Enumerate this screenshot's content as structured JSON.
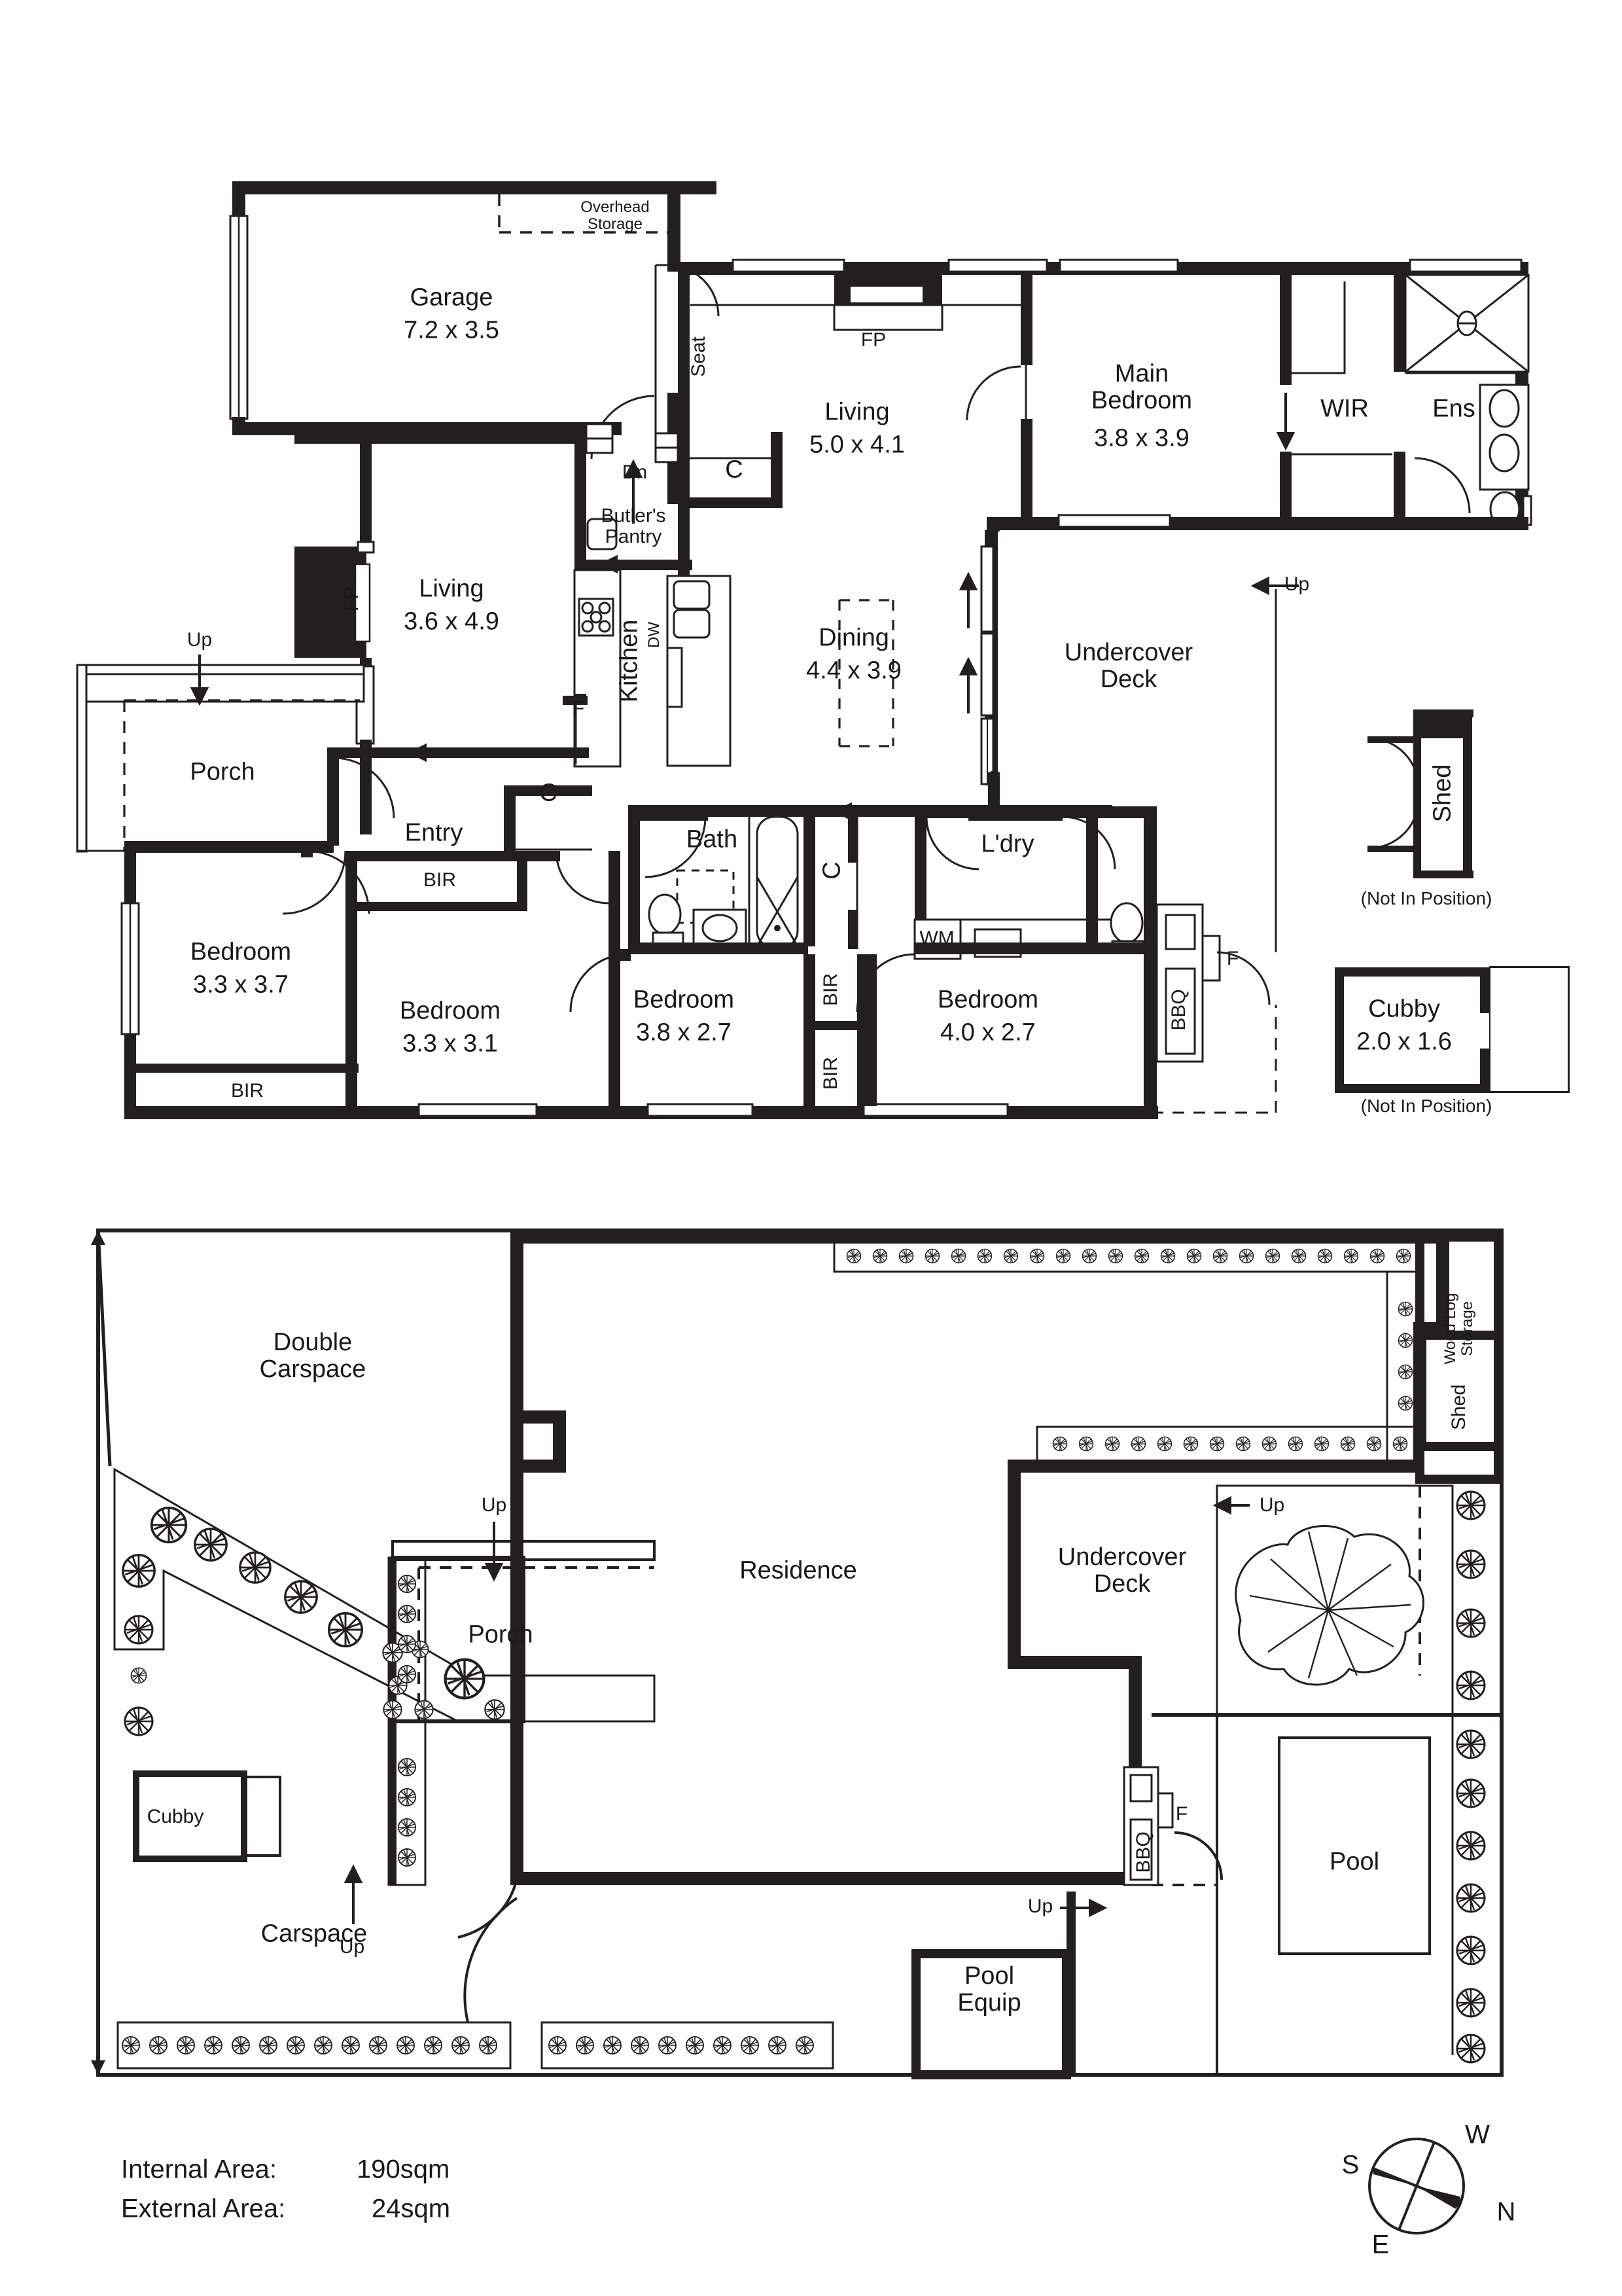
{
  "document": {
    "type": "architectural-floor-plan",
    "sheets": [
      "floor-plan",
      "site-plan"
    ]
  },
  "floor_plan": {
    "rooms": [
      {
        "name": "Garage",
        "dims": "7.2 x 3.5"
      },
      {
        "name": "Living",
        "dims": "5.0 x 4.1"
      },
      {
        "name": "Living",
        "dims": "3.6 x 4.9"
      },
      {
        "name": "Dining",
        "dims": "4.4 x 3.9"
      },
      {
        "name": "Main\nBedroom",
        "dims": "3.8 x 3.9"
      },
      {
        "name": "Bedroom",
        "dims": "3.3 x 3.7"
      },
      {
        "name": "Bedroom",
        "dims": "3.3 x 3.1"
      },
      {
        "name": "Bedroom",
        "dims": "3.8 x 2.7"
      },
      {
        "name": "Bedroom",
        "dims": "4.0 x 2.7"
      },
      {
        "name": "Cubby",
        "dims": "2.0 x 1.6"
      }
    ],
    "labels": {
      "overhead_storage": "Overhead\nStorage",
      "garage": "Garage",
      "garage_dims": "7.2 x 3.5",
      "seat": "Seat",
      "fp_upper": "FP",
      "living_upper": "Living",
      "living_upper_dims": "5.0 x 4.1",
      "main_bedroom": "Main\nBedroom",
      "main_bedroom_dims": "3.8 x 3.9",
      "wir": "WIR",
      "ens": "Ens",
      "dn": "Dn",
      "closet_c1": "C",
      "butlers_pantry": "Butler's\nPantry",
      "fp_left": "FP",
      "living_left": "Living",
      "living_left_dims": "3.6 x 4.9",
      "kitchen": "Kitchen",
      "dw": "DW",
      "fridge_f": "F",
      "dining": "Dining",
      "dining_dims": "4.4 x 3.9",
      "undercover_deck": "Undercover\nDeck",
      "up_deck": "Up",
      "up_porch": "Up",
      "porch": "Porch",
      "entry": "Entry",
      "closet_c2": "C",
      "bath": "Bath",
      "closet_c3": "C",
      "ldry": "L'dry",
      "wm": "WM",
      "bbq": "BBQ",
      "bbq_fridge": "F",
      "bedroom_1": "Bedroom",
      "bedroom_1_dims": "3.3 x 3.7",
      "bir_1": "BIR",
      "bir_2": "BIR",
      "bedroom_2": "Bedroom",
      "bedroom_2_dims": "3.3 x 3.1",
      "bir_3": "BIR",
      "bedroom_3": "Bedroom",
      "bedroom_3_dims": "3.8 x 2.7",
      "bir_4": "BIR",
      "bir_5": "BIR",
      "bedroom_4": "Bedroom",
      "bedroom_4_dims": "4.0 x 2.7",
      "shed": "Shed",
      "shed_note": "(Not In Position)",
      "cubby": "Cubby",
      "cubby_dims": "2.0 x 1.6",
      "cubby_note": "(Not In Position)"
    }
  },
  "site_plan": {
    "labels": {
      "double_carspace": "Double\nCarspace",
      "up_porch": "Up",
      "porch": "Porch",
      "residence": "Residence",
      "wood_log_storage": "Wood Log\nStorage",
      "shed": "Shed",
      "undercover_deck": "Undercover\nDeck",
      "up_deck": "Up",
      "up_carspace": "Up",
      "up_pool": "Up",
      "cubby": "Cubby",
      "carspace": "Carspace",
      "pool": "Pool",
      "pool_equip": "Pool\nEquip",
      "bbq": "BBQ",
      "bbq_fridge": "F"
    }
  },
  "areas": {
    "internal_label": "Internal Area:",
    "internal_value": "190sqm",
    "external_label": "External Area:",
    "external_value": "24sqm"
  },
  "compass": {
    "north": "N",
    "south": "S",
    "east": "E",
    "west": "W"
  },
  "colors": {
    "wall": "#231f20",
    "line": "#231f20",
    "paper": "#ffffff",
    "text": "#191919"
  }
}
